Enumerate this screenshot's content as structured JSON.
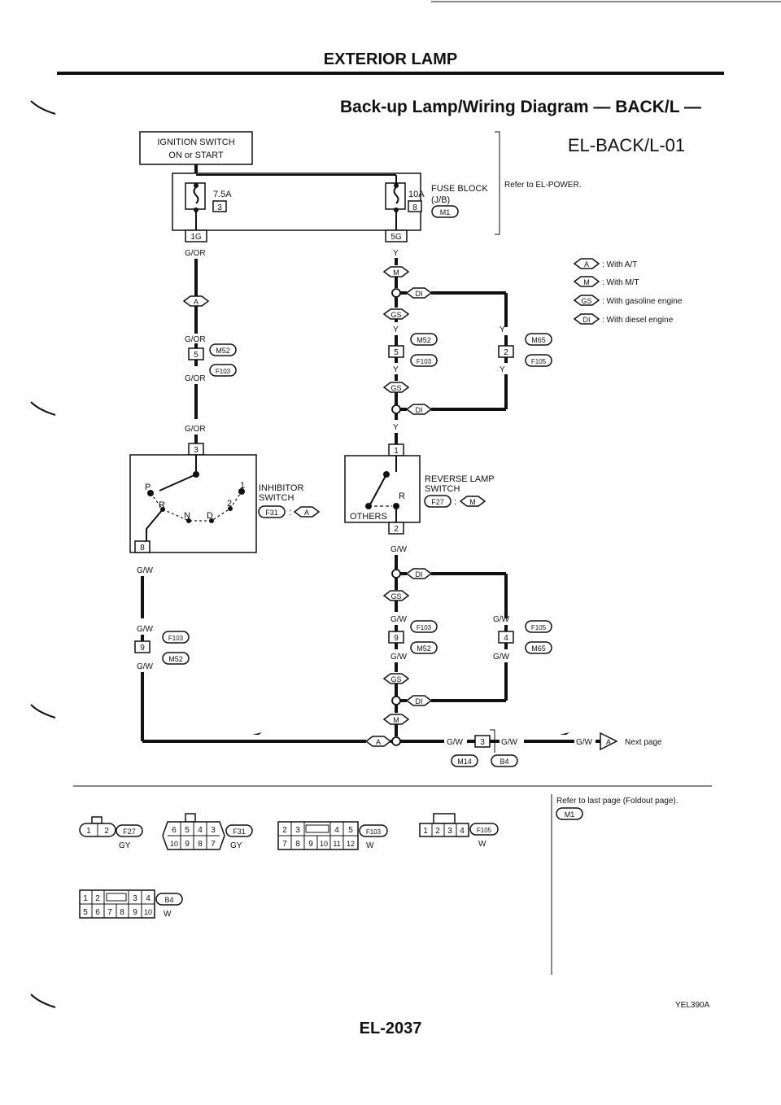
{
  "header": {
    "section": "EXTERIOR LAMP",
    "title": "Back-up Lamp/Wiring Diagram — BACK/L —",
    "code": "EL-BACK/L-01"
  },
  "power": {
    "ignition_line1": "IGNITION SWITCH",
    "ignition_line2": "ON or START",
    "fuse_left": {
      "amps": "7.5A",
      "num": "3"
    },
    "fuse_right": {
      "amps": "10A",
      "num": "8"
    },
    "fuse_block_line1": "FUSE BLOCK",
    "fuse_block_line2": "(J/B)",
    "fuse_block_conn": "M1",
    "refer": "Refer to EL-POWER.",
    "term_left": "1G",
    "term_right": "5G"
  },
  "legend": [
    {
      "code": "A",
      "text": ": With A/T"
    },
    {
      "code": "M",
      "text": ": With M/T"
    },
    {
      "code": "GS",
      "text": ": With gasoline engine"
    },
    {
      "code": "DI",
      "text": ": With diesel engine"
    }
  ],
  "wires": {
    "gor": "G/OR",
    "y": "Y",
    "gw": "G/W"
  },
  "connectors": {
    "m52": "M52",
    "f103": "F103",
    "m65": "M65",
    "f105": "F105",
    "f31": "F31",
    "f27": "F27",
    "m14": "M14",
    "b4": "B4",
    "a": "A",
    "m": "M",
    "gs": "GS",
    "di": "DI"
  },
  "pins": {
    "p5": "5",
    "p2": "2",
    "p3": "3",
    "p1": "1",
    "p8": "8",
    "p9": "9",
    "p4": "4"
  },
  "inhibitor": {
    "label1": "INHIBITOR",
    "label2": "SWITCH",
    "positions": [
      "P",
      "R",
      "N",
      "D",
      "2",
      "1"
    ]
  },
  "reverse": {
    "label1": "REVERSE LAMP",
    "label2": "SWITCH",
    "r": "R",
    "others": "OTHERS"
  },
  "next_page": "Next page",
  "connector_panel": {
    "refer_last": "Refer to last page (Foldout page).",
    "m1": "M1",
    "c1": {
      "pins": [
        "1",
        "2"
      ],
      "name": "F27",
      "color": "GY"
    },
    "c2": {
      "pins_top": [
        "6",
        "5",
        "4",
        "3"
      ],
      "pins_bot": [
        "10",
        "9",
        "8",
        "7"
      ],
      "name": "F31",
      "color": "GY"
    },
    "c3": {
      "pins_top": [
        "2",
        "3",
        "4",
        "5"
      ],
      "pins_bot": [
        "7",
        "8",
        "9",
        "10",
        "11",
        "12"
      ],
      "name": "F103",
      "color": "W"
    },
    "c4": {
      "pins": [
        "1",
        "2",
        "3",
        "4"
      ],
      "name": "F105",
      "color": "W"
    },
    "c5": {
      "pins_top": [
        "1",
        "2",
        "3",
        "4"
      ],
      "pins_bot": [
        "5",
        "6",
        "7",
        "8",
        "9",
        "10"
      ],
      "name": "B4",
      "color": "W"
    }
  },
  "figure_id": "YEL390A",
  "page_number": "EL-2037"
}
